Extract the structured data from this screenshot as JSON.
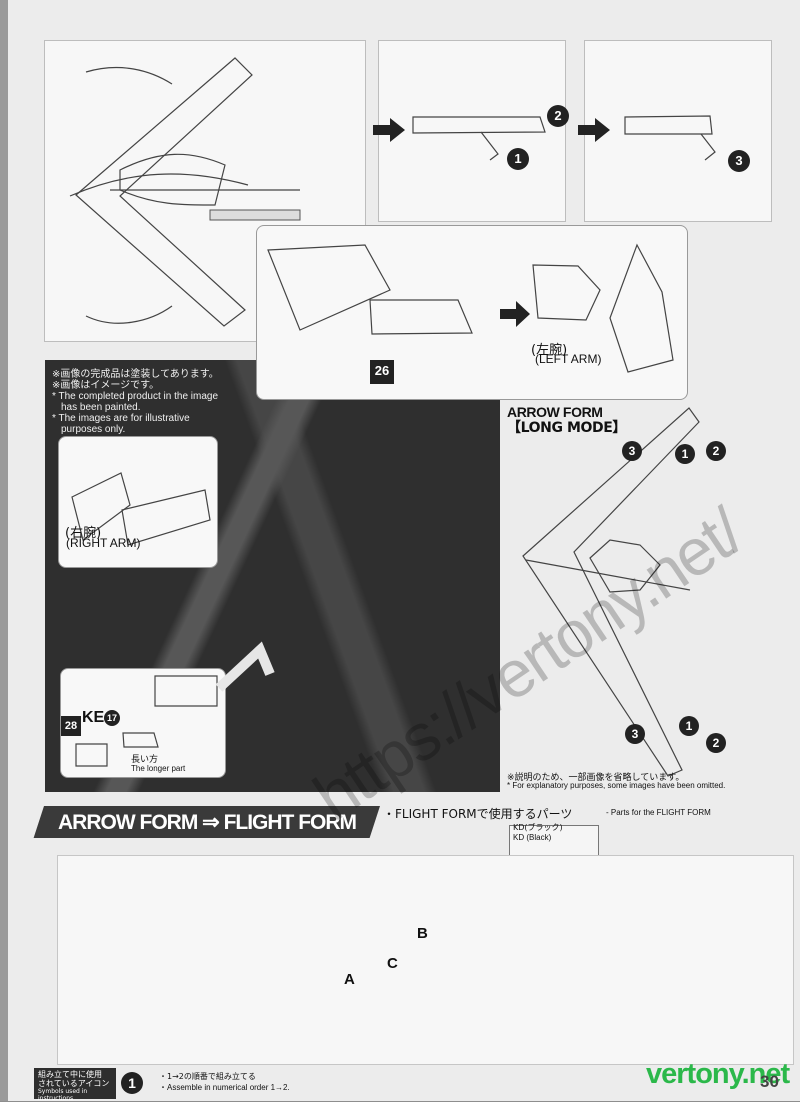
{
  "notes": {
    "jp_line1": "※画像の完成品は塗装してあります。",
    "jp_line2": "※画像はイメージです。",
    "en_line1": "* The completed product in the image",
    "en_line2": "has been painted.",
    "en_line3": "* The images are for illustrative",
    "en_line4": "purposes only."
  },
  "labels": {
    "left_arm_jp": "(左腕)",
    "left_arm_en": "(LEFT ARM)",
    "right_arm_jp": "(右腕)",
    "right_arm_en": "(RIGHT ARM)",
    "arrow_form_long_1": "ARROW FORM",
    "arrow_form_long_2": "【LONG MODE】",
    "ke_label": "KE",
    "ke_num": "17",
    "longer_part_jp": "長い方",
    "longer_part_en": "The longer part",
    "explanation_jp": "※説明のため、一部画像を省略しています。",
    "explanation_en": "* For explanatory purposes, some images have been omitted."
  },
  "steps": {
    "s26": "26",
    "s28": "28"
  },
  "bottom": {
    "banner": "ARROW FORM ⇒ FLIGHT FORM",
    "parts_title": "・FLIGHT FORMで使用するパーツ",
    "parts_sub": "- Parts for the FLIGHT FORM",
    "kd_jp": "KD(ブラック)",
    "kd_en": "KD (Black)",
    "letter_a": "A",
    "letter_b": "B",
    "letter_c": "C"
  },
  "footer": {
    "icon_title_jp1": "組み立て中に使用",
    "icon_title_jp2": "されているアイコン",
    "icon_title_en": "Symbols used in instructions",
    "assemble_jp": "・1→2の順番で組み立てる",
    "assemble_en": "・Assemble in numerical order 1→2."
  },
  "watermark": "https://vertony.net/",
  "site": "vertony.net",
  "page_number": "30"
}
